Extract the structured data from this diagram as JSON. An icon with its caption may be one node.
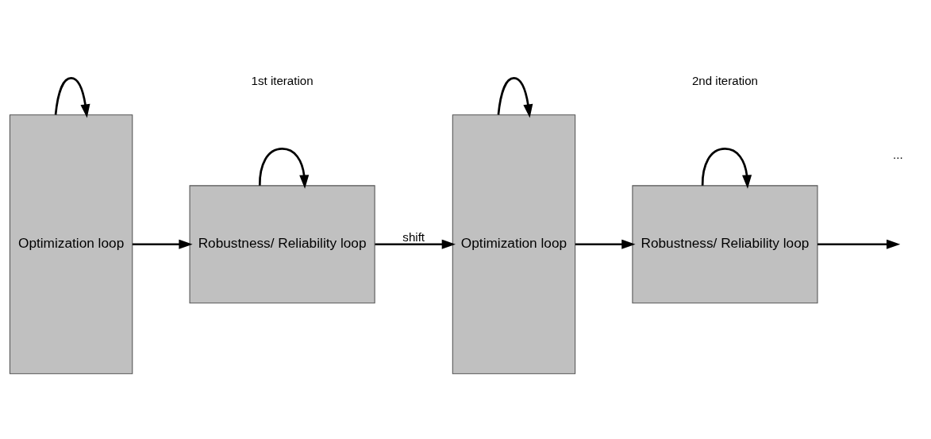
{
  "diagram": {
    "nodes": [
      {
        "text": [
          "Optimization loop"
        ]
      },
      {
        "text": [
          "Robustness/ Reliability loop"
        ]
      },
      {
        "text": [
          "Optimization loop"
        ]
      },
      {
        "text": [
          "Robustness/ Reliability loop"
        ]
      }
    ],
    "edges": [
      {
        "from": 0,
        "to": 0,
        "arrow": "to"
      },
      {
        "from": 0,
        "to": 1,
        "arrow": "to"
      },
      {
        "from": 1,
        "to": 1,
        "arrow": "to"
      },
      {
        "from": 1,
        "to": 2,
        "arrow": "to",
        "label": "shift"
      },
      {
        "from": 2,
        "to": 2,
        "arrow": "to"
      },
      {
        "from": 2,
        "to": 3,
        "arrow": "to"
      },
      {
        "from": 3,
        "to": 3,
        "arrow": "to"
      },
      {
        "from": 3,
        "to": null,
        "arrow": "to"
      }
    ],
    "labels": [
      "1st iteration",
      "2nd iteration",
      "..."
    ]
  }
}
